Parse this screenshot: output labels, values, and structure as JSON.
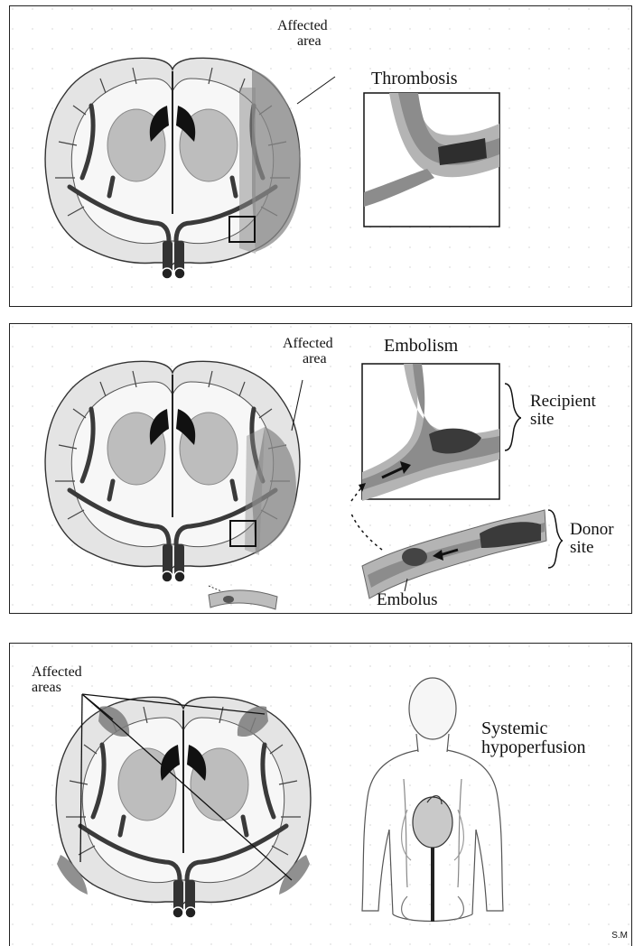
{
  "panels": [
    {
      "id": "thrombosis",
      "heading": "Thrombosis",
      "affected_label_line1": "Affected",
      "affected_label_line2": "area"
    },
    {
      "id": "embolism",
      "heading": "Embolism",
      "affected_label_line1": "Affected",
      "affected_label_line2": "area",
      "recipient_line1": "Recipient",
      "recipient_line2": "site",
      "donor_line1": "Donor",
      "donor_line2": "site",
      "embolus_label": "Embolus"
    },
    {
      "id": "systemic-hypoperfusion",
      "heading_line1": "Systemic",
      "heading_line2": "hypoperfusion",
      "affected_label_line1": "Affected",
      "affected_label_line2": "areas"
    }
  ],
  "signature": "S.M"
}
